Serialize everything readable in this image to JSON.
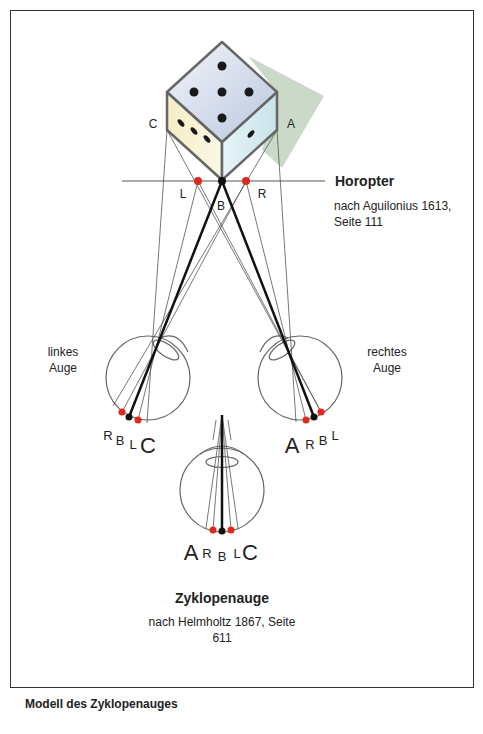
{
  "diagram": {
    "caption": "Modell des Zyklopenauges",
    "labels": [
      "C",
      "A",
      "L",
      "B",
      "R",
      "Horopter",
      "nach Aguilonius 1613, Seite 111",
      "linkes Auge",
      "rechtes Auge",
      "R",
      "B",
      "L",
      "C",
      "A",
      "R",
      "B",
      "L",
      "A",
      "R",
      "B",
      "L",
      "C",
      "Zyklopenauge",
      "nach Helmholtz 1867, Seite 611"
    ]
  }
}
